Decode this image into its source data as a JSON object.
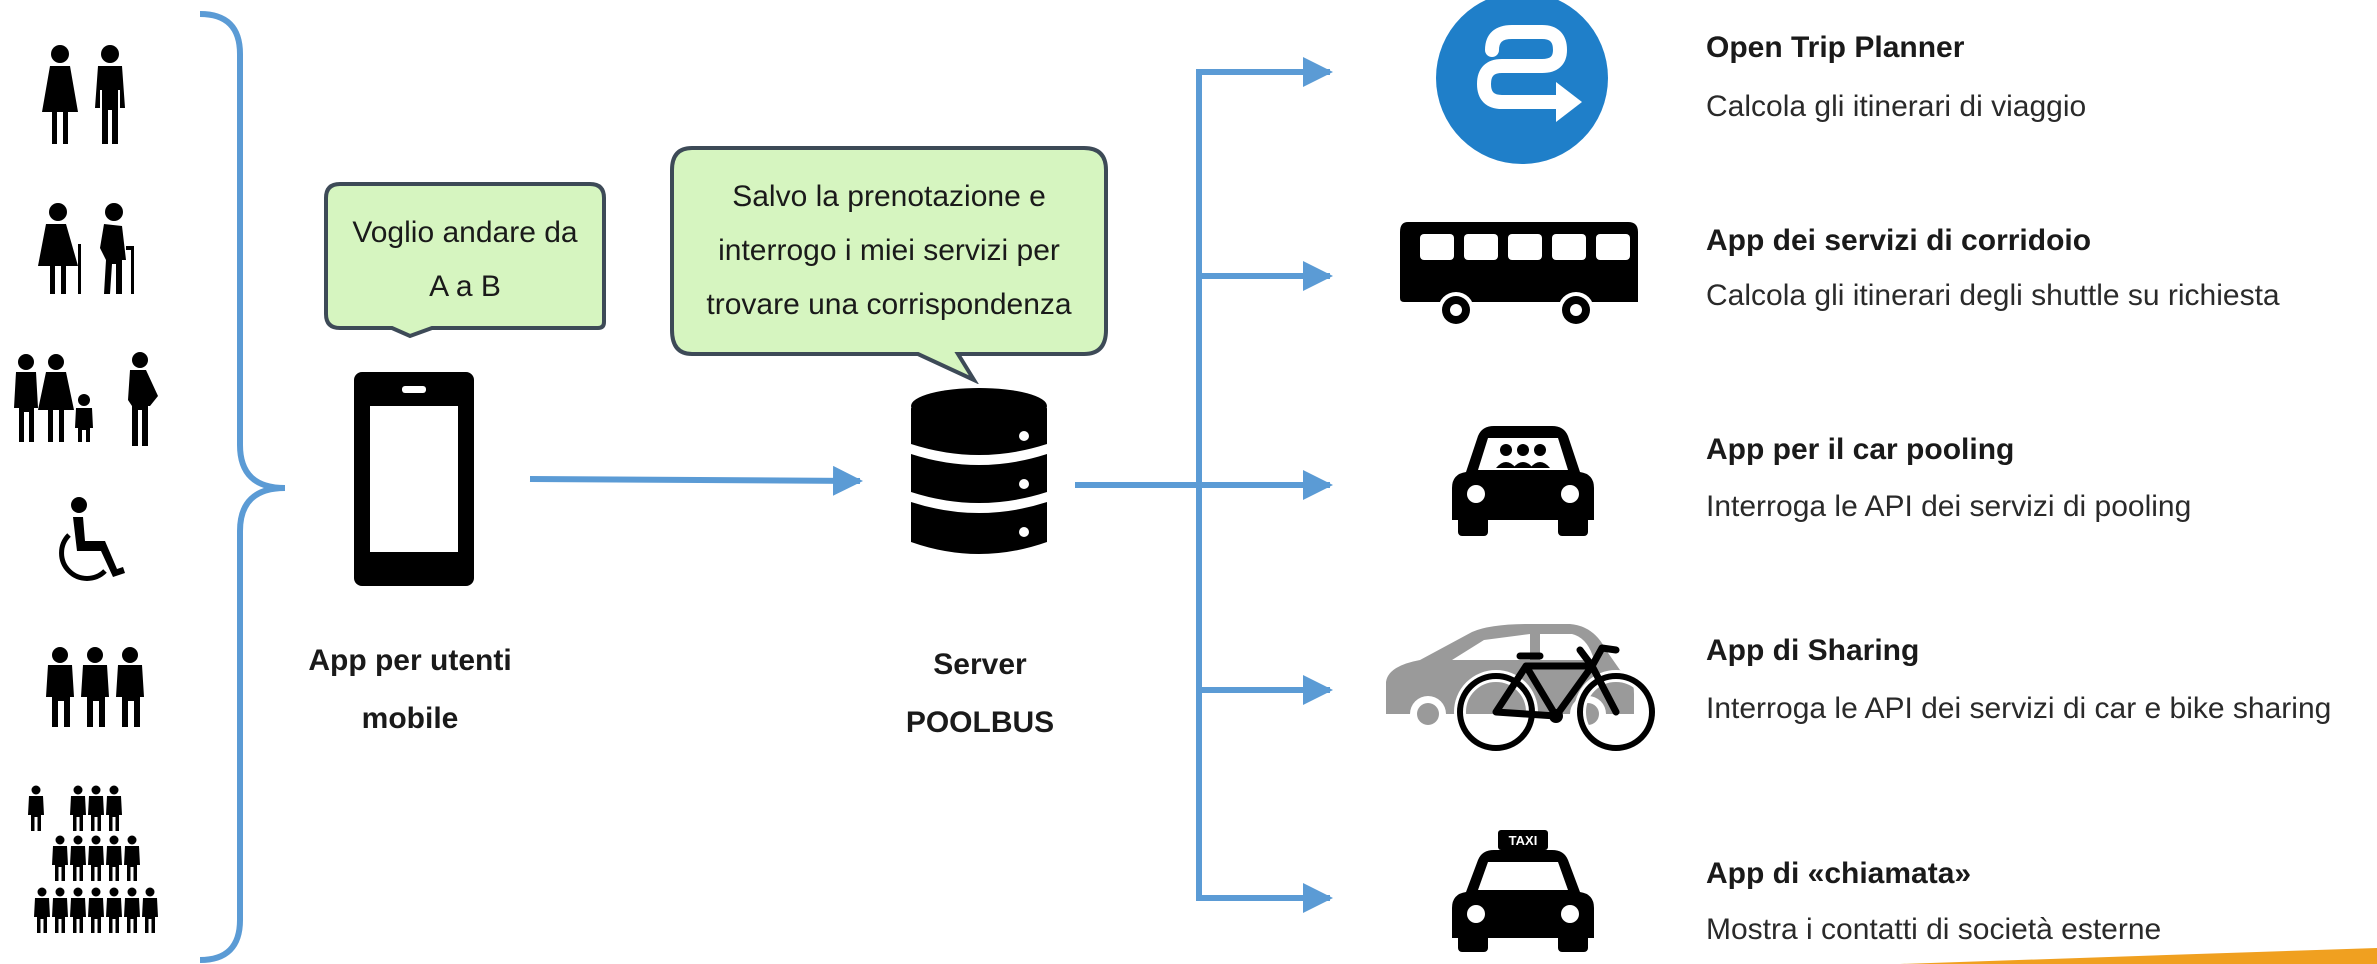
{
  "colors": {
    "arrow": "#5b9bd5",
    "bubble_fill": "#d6f5c0",
    "bubble_border": "#3d4a57",
    "otp_blue": "#1f7fc9",
    "sharing_gray": "#9a9a9a",
    "accent_orange": "#f0a020"
  },
  "user_groups": [
    {
      "icon": "man-woman-icon"
    },
    {
      "icon": "elderly-couple-icon"
    },
    {
      "icon": "family-pregnant-icon"
    },
    {
      "icon": "wheelchair-user-icon"
    },
    {
      "icon": "small-group-icon"
    },
    {
      "icon": "crowd-pyramid-icon"
    }
  ],
  "mobile": {
    "icon": "smartphone-icon",
    "bubble_line1": "Voglio andare da",
    "bubble_line2": "A a B",
    "label_line1": "App per utenti",
    "label_line2": "mobile"
  },
  "server": {
    "icon": "database-server-icon",
    "bubble_line1": "Salvo la prenotazione  e",
    "bubble_line2": "interrogo i miei servizi per",
    "bubble_line3": "trovare una corrispondenza",
    "label_line1": "Server",
    "label_line2": "POOLBUS"
  },
  "services": [
    {
      "icon": "open-trip-planner-logo-icon",
      "title": "Open Trip Planner",
      "desc": "Calcola gli itinerari di viaggio"
    },
    {
      "icon": "bus-icon",
      "title": "App dei servizi di corridoio",
      "desc": "Calcola gli itinerari degli shuttle su richiesta"
    },
    {
      "icon": "carpool-car-icon",
      "title": "App per il car pooling",
      "desc": "Interroga le API dei servizi di pooling"
    },
    {
      "icon": "car-bike-sharing-icon",
      "title": "App di Sharing",
      "desc": "Interroga le API dei servizi di car e bike sharing"
    },
    {
      "icon": "taxi-icon",
      "title": "App di «chiamata»",
      "desc": "Mostra i contatti di società esterne"
    }
  ]
}
